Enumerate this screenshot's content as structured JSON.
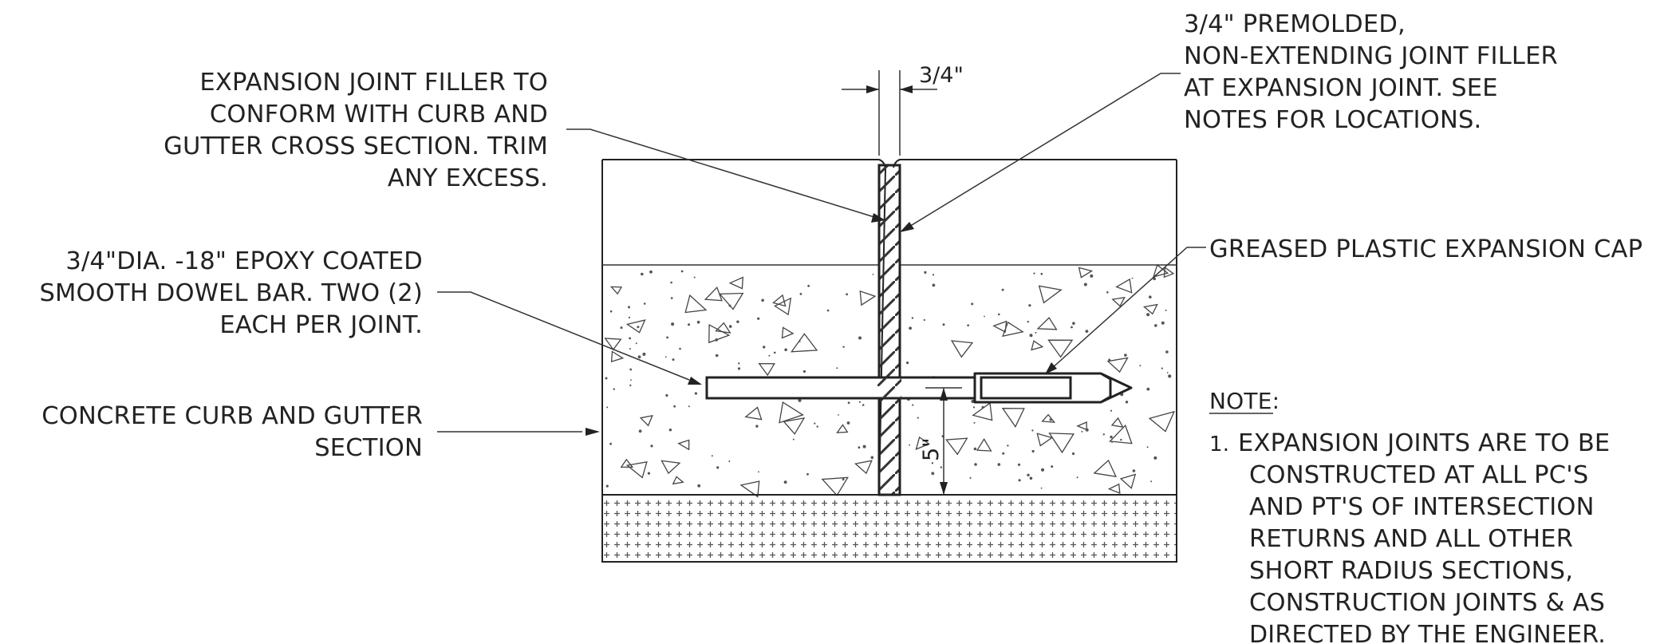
{
  "labels": {
    "filler_section": [
      "EXPANSION JOINT FILLER TO",
      "CONFORM WITH CURB AND",
      "GUTTER CROSS SECTION. TRIM",
      "ANY EXCESS."
    ],
    "premolded": [
      "3/4\" PREMOLDED,",
      "NON-EXTENDING JOINT FILLER",
      "AT EXPANSION JOINT. SEE",
      "NOTES FOR LOCATIONS."
    ],
    "cap": [
      "GREASED PLASTIC EXPANSION CAP"
    ],
    "dowel": [
      "3/4\"DIA. -18\" EPOXY COATED",
      "SMOOTH DOWEL BAR. TWO (2)",
      "EACH PER JOINT."
    ],
    "concrete": [
      "CONCRETE CURB AND GUTTER",
      "SECTION"
    ]
  },
  "dimensions": {
    "joint_width": "3/4\"",
    "dowel_depth": "5\""
  },
  "note": {
    "heading": "NOTE:",
    "number": "1.",
    "lines": [
      "EXPANSION JOINTS ARE TO BE",
      "CONSTRUCTED AT ALL PC'S",
      "AND PT'S OF INTERSECTION",
      "RETURNS AND ALL OTHER",
      "SHORT RADIUS SECTIONS,",
      "CONSTRUCTION JOINTS & AS",
      "DIRECTED BY THE ENGINEER."
    ]
  }
}
